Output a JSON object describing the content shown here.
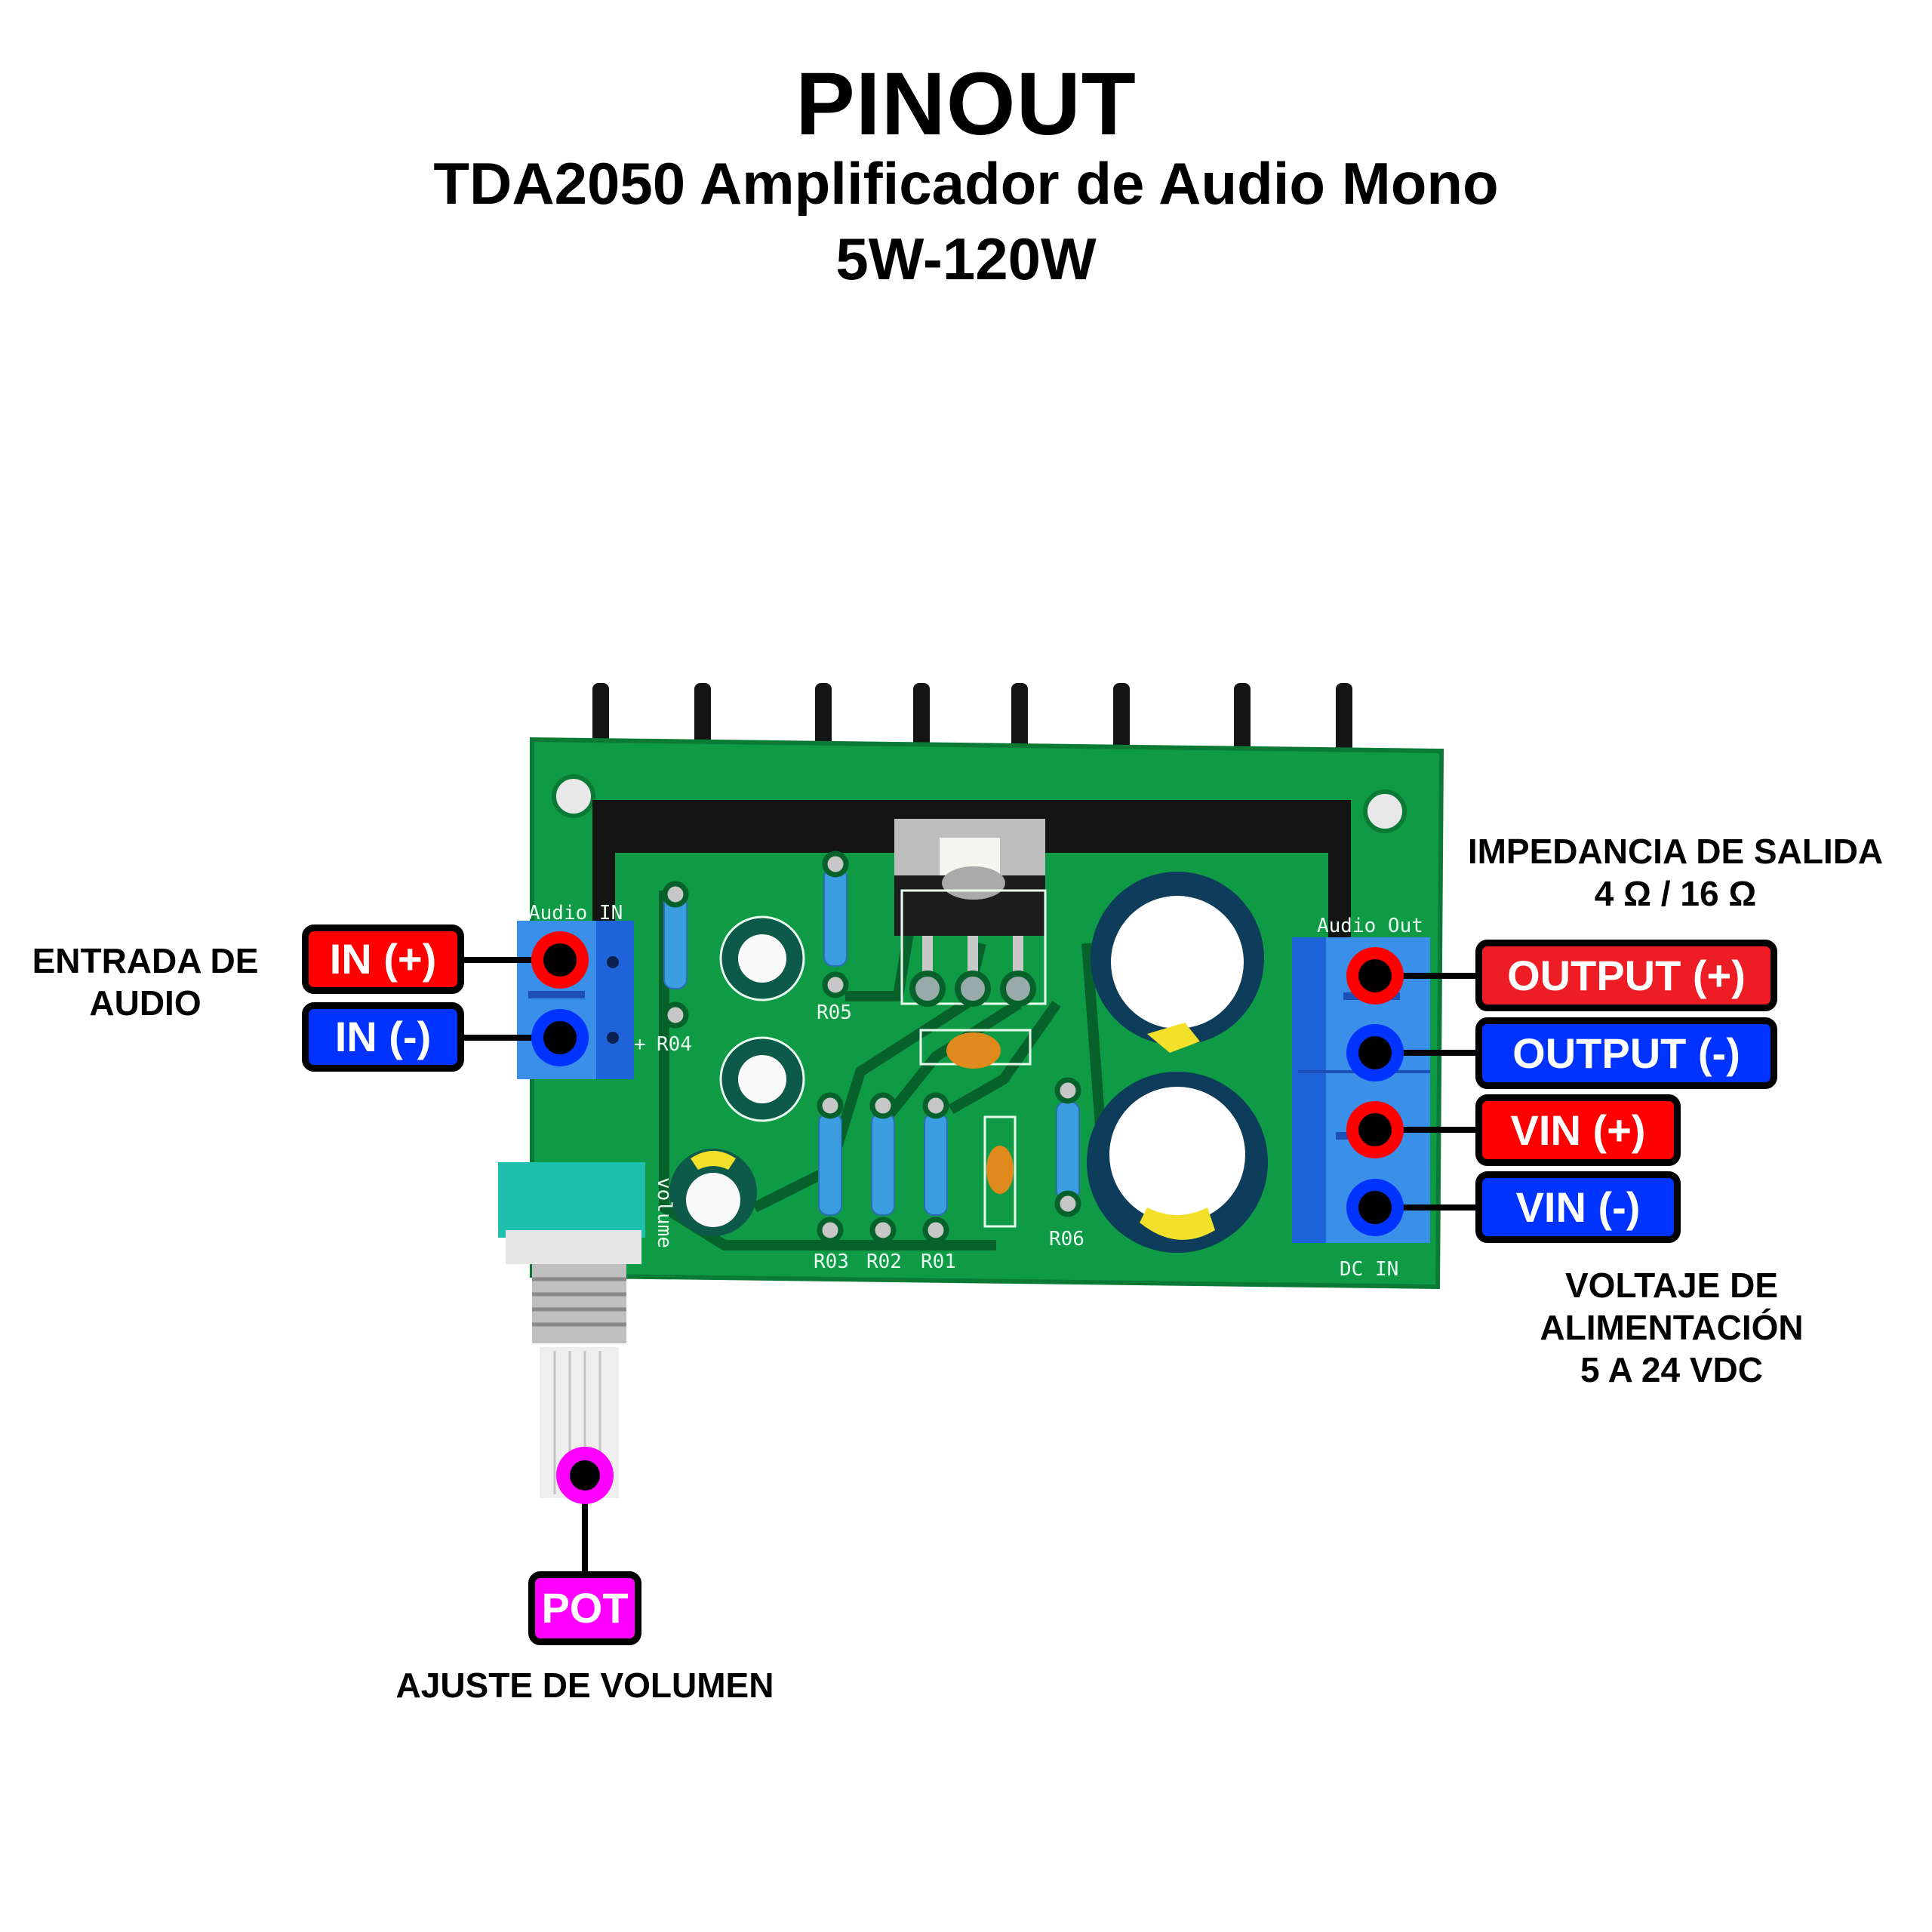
{
  "header": {
    "title": "PINOUT",
    "subtitle": "TDA2050 Amplificador de Audio Mono",
    "power_range": "5W-120W"
  },
  "colors": {
    "positive": "#ff0000",
    "negative": "#0033ff",
    "pot": "#ff00ff",
    "pcb": "#0f9a45",
    "terminal": "#3a8fe8"
  },
  "captions": {
    "audio_input": [
      "ENTRADA DE",
      "AUDIO"
    ],
    "output_impedance": [
      "IMPEDANCIA DE SALIDA",
      "4 Ω / 16 Ω"
    ],
    "supply_voltage": [
      "VOLTAJE DE",
      "ALIMENTACIÓN",
      "5 A 24 VDC"
    ],
    "volume": "AJUSTE DE VOLUMEN"
  },
  "pins": {
    "in_pos": {
      "label": "IN (+)",
      "polarity": "positive"
    },
    "in_neg": {
      "label": "IN (-)",
      "polarity": "negative"
    },
    "out_pos": {
      "label": "OUTPUT (+)",
      "polarity": "positive"
    },
    "out_neg": {
      "label": "OUTPUT (-)",
      "polarity": "negative"
    },
    "vin_pos": {
      "label": "VIN (+)",
      "polarity": "positive"
    },
    "vin_neg": {
      "label": "VIN (-)",
      "polarity": "negative"
    },
    "pot": {
      "label": "POT",
      "polarity": "pot"
    }
  },
  "silkscreen": {
    "audio_in": "Audio IN",
    "audio_out": "Audio Out",
    "dc_in": "DC IN",
    "volume": "volume",
    "r01": "R01",
    "r02": "R02",
    "r03": "R03",
    "r04": "R04",
    "r05": "R05",
    "r06": "R06",
    "plus": "+"
  }
}
